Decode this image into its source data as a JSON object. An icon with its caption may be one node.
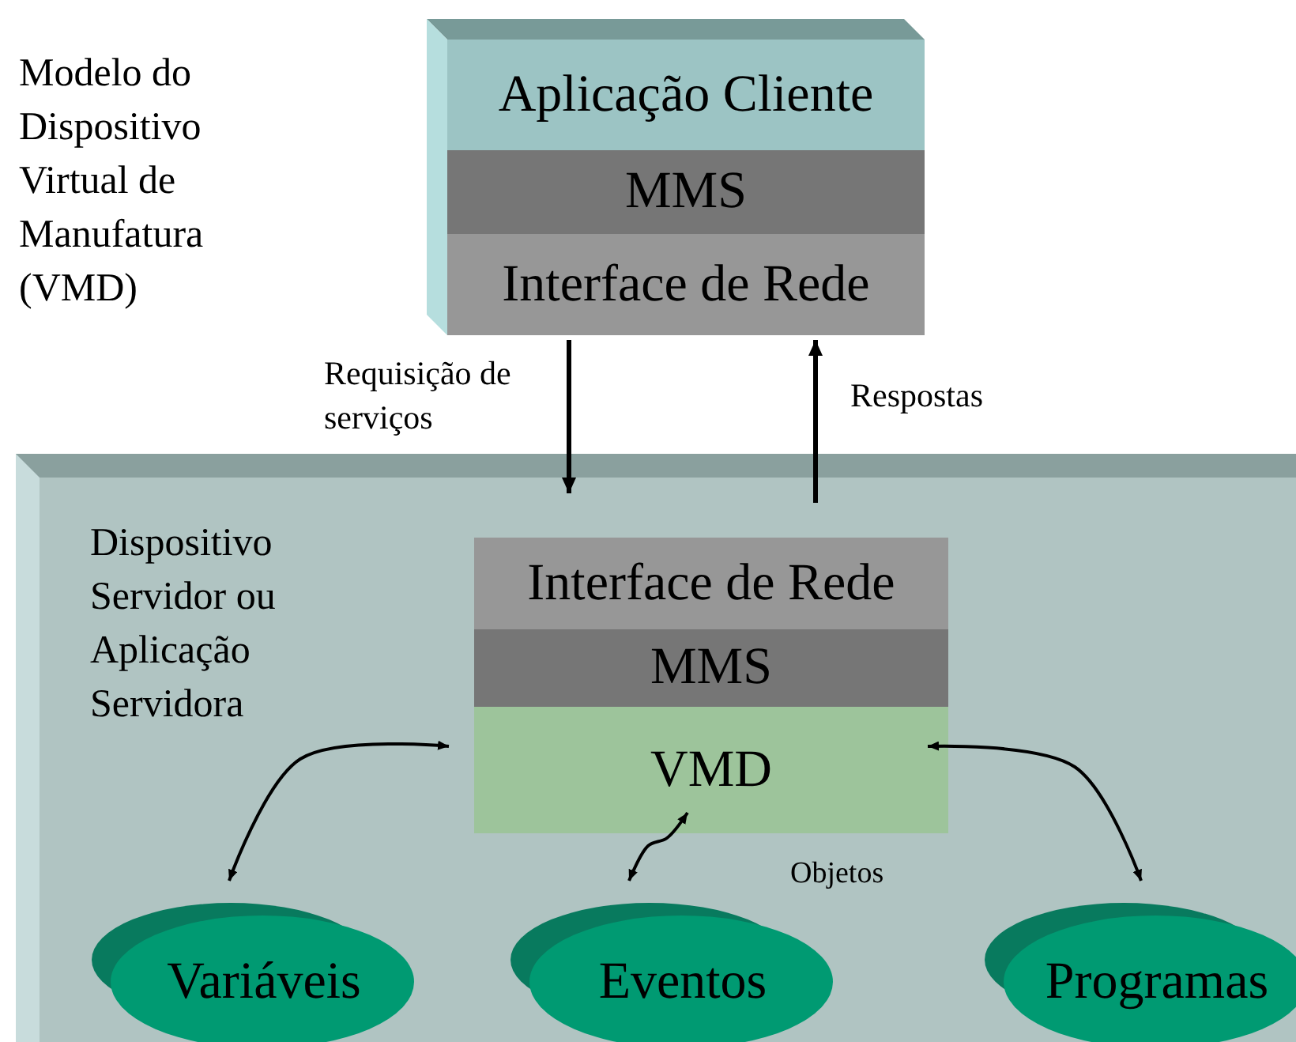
{
  "diagram": {
    "nodes": [
      {
        "text": [
          "Aplicação Cliente"
        ]
      },
      {
        "text": [
          "MMS"
        ]
      },
      {
        "text": [
          "Interface de Rede"
        ]
      },
      {
        "text": [
          "Dispositivo Servidor ou Aplicação Servidora"
        ]
      },
      {
        "text": [
          "Interface de Rede"
        ],
        "in": 3
      },
      {
        "text": [
          "MMS"
        ],
        "in": 3
      },
      {
        "text": [
          "VMD"
        ],
        "in": 3
      },
      {
        "text": [
          "Variáveis"
        ],
        "in": 3
      },
      {
        "text": [
          "Eventos"
        ],
        "in": 3
      },
      {
        "text": [
          "Programas"
        ],
        "in": 3
      }
    ],
    "edges": [
      {
        "from": 2,
        "to": 4,
        "arrow": "to",
        "label": "Requisição de serviços"
      },
      {
        "from": 4,
        "to": 2,
        "arrow": "to",
        "label": "Respostas"
      },
      {
        "from": 6,
        "to": 7,
        "arrow": "both"
      },
      {
        "from": 6,
        "to": 8,
        "arrow": "both"
      },
      {
        "from": 6,
        "to": 9,
        "arrow": "both"
      }
    ],
    "labels": [
      "Modelo do Dispositivo Virtual de Manufatura (VMD)",
      "Objetos"
    ]
  }
}
